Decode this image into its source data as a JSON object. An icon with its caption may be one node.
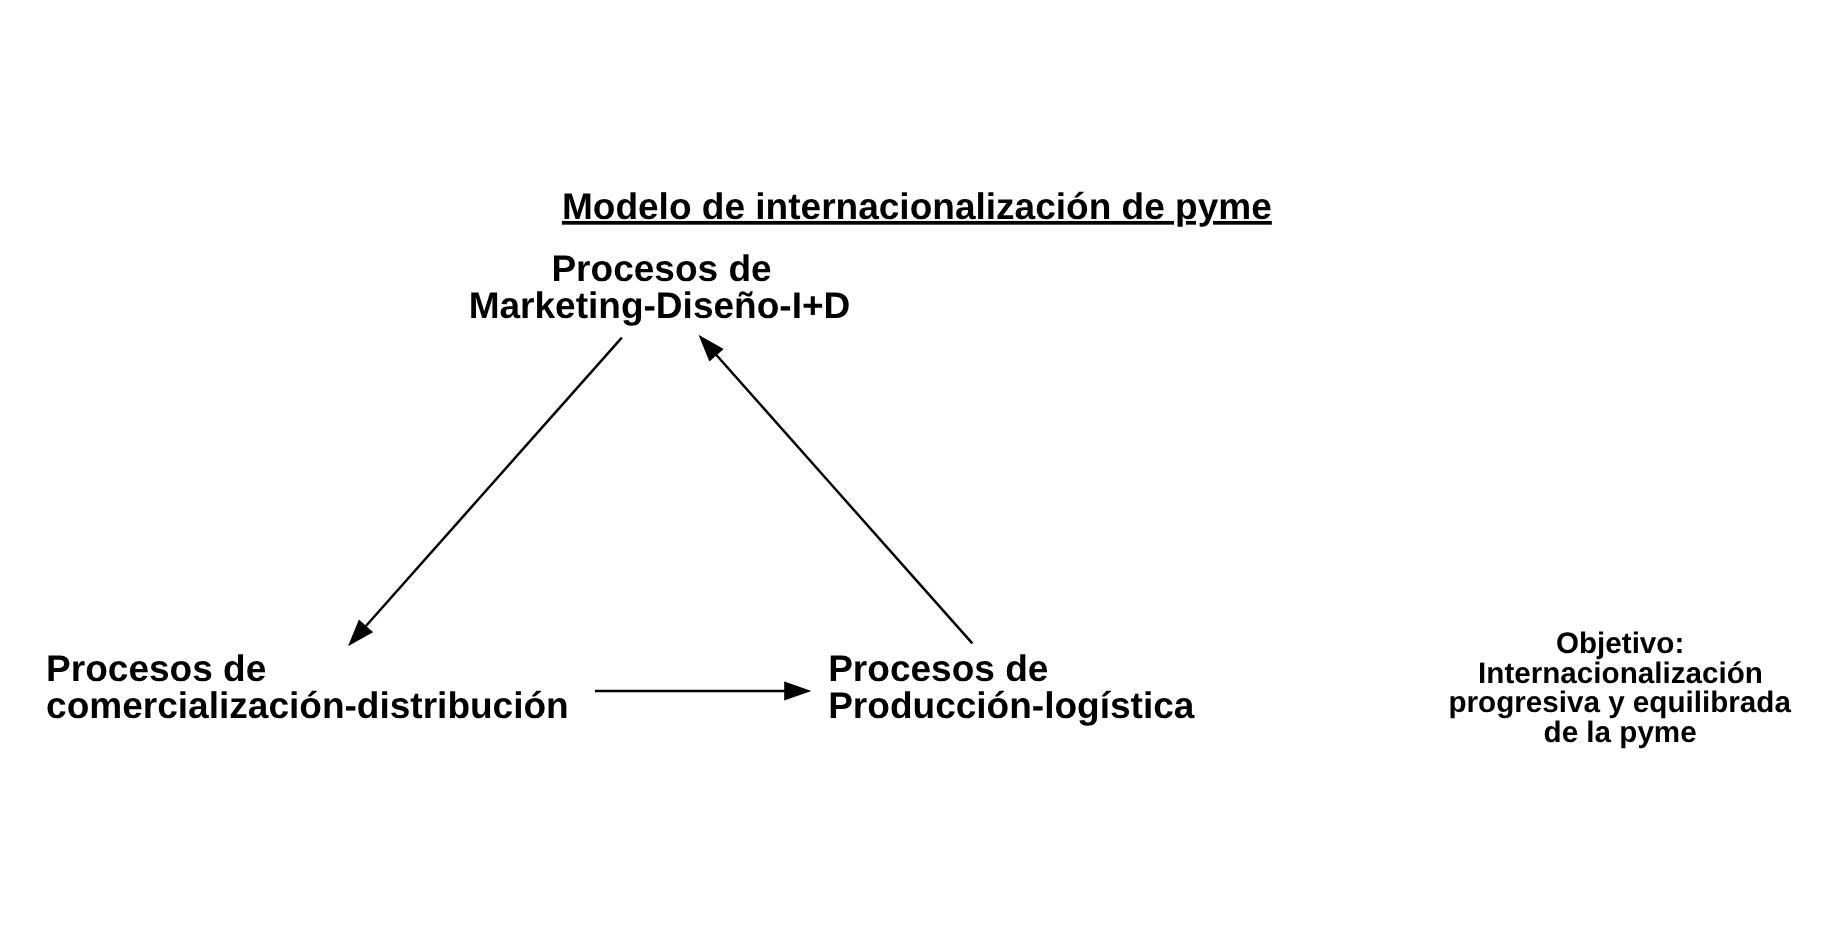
{
  "diagram": {
    "title": "Modelo de internacionalización de pyme",
    "nodes": [
      {
        "text": [
          "Procesos de Marketing-Diseño-I+D"
        ]
      },
      {
        "text": [
          "Procesos de Producción-logística"
        ]
      },
      {
        "text": [
          "Procesos de comercialización-distribución"
        ]
      }
    ],
    "edges": [
      {
        "from": 1,
        "to": 0,
        "arrow": "to"
      },
      {
        "from": 0,
        "to": 2,
        "arrow": "to"
      },
      {
        "from": 2,
        "to": 1,
        "arrow": "to"
      }
    ],
    "labels": [
      "Objetivo: Internacionalización progresiva y equilibrada de la pyme"
    ]
  }
}
